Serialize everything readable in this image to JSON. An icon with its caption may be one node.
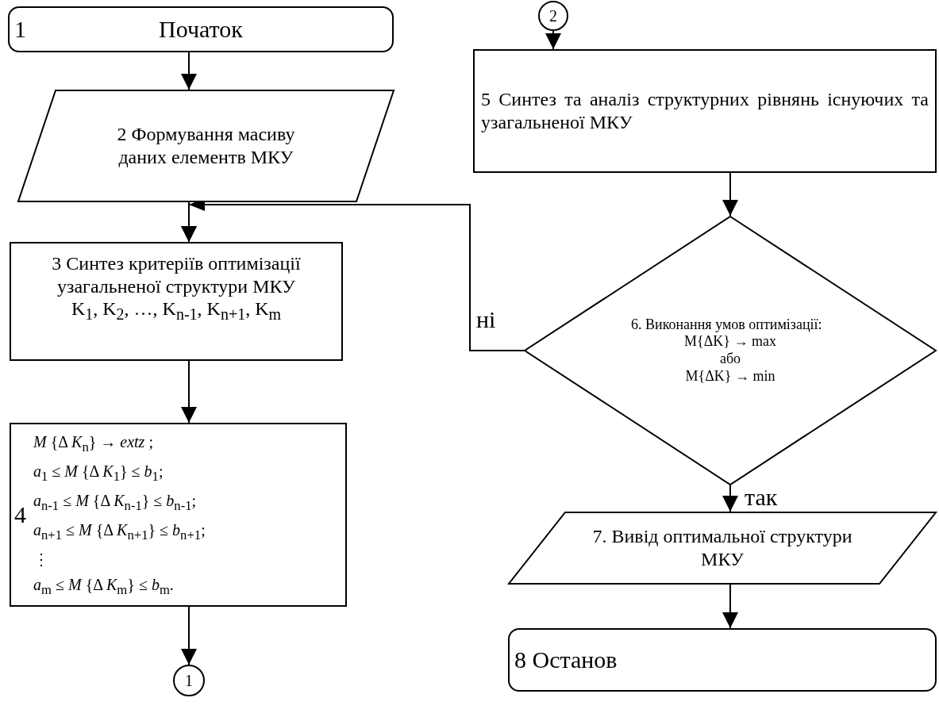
{
  "diagram": {
    "nodes": [
      {
        "text": [
          "1",
          "Початок"
        ]
      },
      {
        "text": [
          "2 Формування масиву даних елементв МКУ"
        ]
      },
      {
        "text": [
          "3 Синтез критеріїв оптимізації узагальненої структури МКУ",
          "K$_{1}$, K$_{2}$, …, K$_{n-1}$, K$_{n+1}$, K$_{m}$"
        ]
      },
      {
        "text": [
          "4",
          "*M* {Δ *K*$_{n}$} → *extz* ;",
          "*a*$_{1}$ ≤ *M* {Δ *K*$_{1}$} ≤ *b*$_{1}$;",
          "*a*$_{n-1}$ ≤ *M* {Δ *K*$_{n-1}$} ≤ *b*$_{n-1}$;",
          "*a*$_{n+1}$ ≤ *M* {Δ *K*$_{n+1}$} ≤ *b*$_{n+1}$;",
          "⋮",
          "*a*$_{m}$ ≤ *M* {Δ *K*$_{m}$} ≤ *b*$_{m}$."
        ]
      },
      {
        "text": [
          "1"
        ]
      },
      {
        "text": [
          "2"
        ]
      },
      {
        "text": [
          "5 Синтез та аналіз структурних рівнянь існуючих та узагальненої МКУ"
        ]
      },
      {
        "text": [
          "6. Виконання умов оптимізації:",
          "M{ΔK} → max",
          "або",
          "M{ΔK} → min"
        ]
      },
      {
        "text": [
          "7. Вивід оптимальної структури МКУ"
        ]
      },
      {
        "text": [
          "8 Останов"
        ]
      }
    ],
    "edges": [
      {
        "from": 0,
        "to": 1,
        "arrow": "to"
      },
      {
        "from": 1,
        "to": 2,
        "arrow": "to"
      },
      {
        "from": 2,
        "to": 3,
        "arrow": "to"
      },
      {
        "from": 3,
        "to": 4,
        "arrow": "to"
      },
      {
        "from": 5,
        "to": 6,
        "arrow": "to"
      },
      {
        "from": 6,
        "to": 7,
        "arrow": "to"
      },
      {
        "from": 7,
        "to": 8,
        "arrow": "to",
        "label": "так"
      },
      {
        "from": 8,
        "to": 9,
        "arrow": "to"
      },
      {
        "from": 7,
        "to": 2,
        "arrow": "to",
        "label": "ні"
      }
    ]
  }
}
